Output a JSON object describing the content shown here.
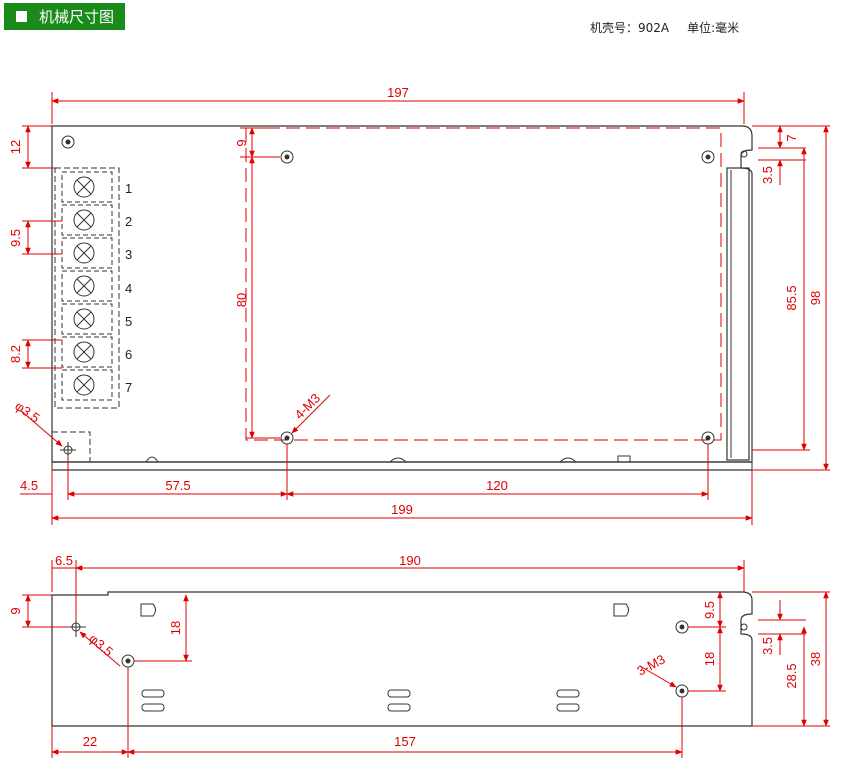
{
  "header": {
    "title": "机械尺寸图",
    "case_model": "机壳号：902A",
    "unit": "单位:毫米"
  },
  "top_view": {
    "dims": {
      "overall_top": "197",
      "overall_bottom": "199",
      "left_margin": "4.5",
      "hole_x": "57.5",
      "hole_spacing_x": "120",
      "top_margin": "12",
      "terminal_pitch": "9.5",
      "terminal_bottom": "8.2",
      "hole_top_offset": "9",
      "hole_spacing_y": "80",
      "mount_hole_dia": "φ3.5",
      "screw_label": "4-M3",
      "right_top_7": "7",
      "right_3_5": "3.5",
      "height_85_5": "85.5",
      "height_98": "98"
    },
    "terminals": [
      "1",
      "2",
      "3",
      "4",
      "5",
      "6",
      "7"
    ]
  },
  "side_view": {
    "dims": {
      "left_6_5": "6.5",
      "overall": "190",
      "top_9": "9",
      "hole_dia": "φ3.5",
      "inner_18": "18",
      "right_9_5": "9.5",
      "right_18": "18",
      "screw_label": "3-M3",
      "right_3_5": "3.5",
      "height_28_5": "28.5",
      "height_38": "38",
      "bottom_22": "22",
      "bottom_157": "157"
    }
  }
}
